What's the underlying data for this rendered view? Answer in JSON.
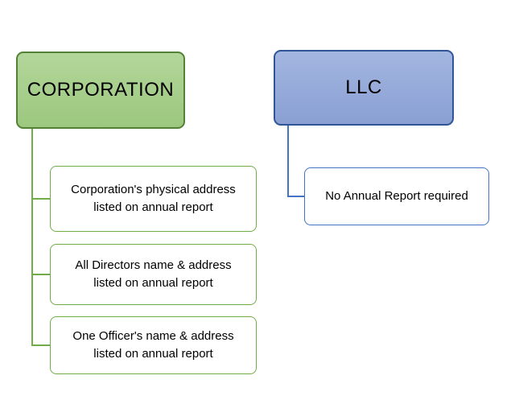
{
  "corporation": {
    "label": "CORPORATION",
    "children": [
      "Corporation's physical address listed on annual report",
      "All Directors name & address listed on annual report",
      "One Officer's name & address listed on annual report"
    ]
  },
  "llc": {
    "label": "LLC",
    "children": [
      "No Annual Report required"
    ]
  },
  "colors": {
    "corp_fill_top": "#b3d69b",
    "corp_fill_bottom": "#9cc87e",
    "corp_parent_border": "#538135",
    "corp_border": "#70ad47",
    "llc_fill_top": "#a3b6e0",
    "llc_fill_bottom": "#8aa0d4",
    "llc_parent_border": "#2f5597",
    "llc_border": "#4472c4",
    "child_fill": "#ffffff",
    "text": "#000000"
  }
}
